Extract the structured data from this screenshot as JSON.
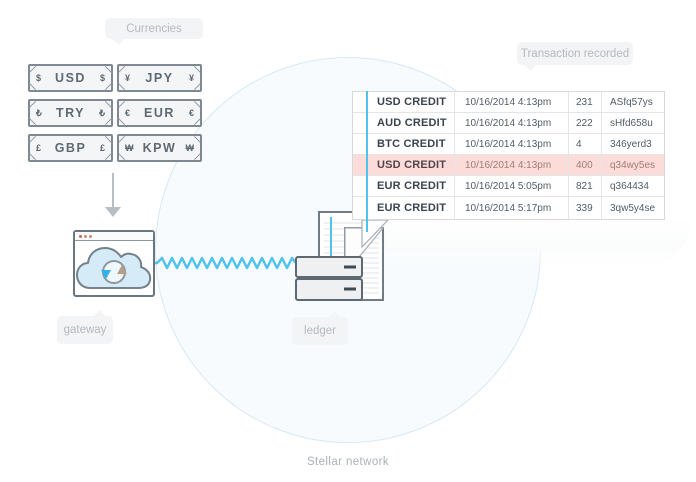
{
  "diagram": {
    "network_label": "Stellar network",
    "tooltips": {
      "currencies": "Currencies",
      "transaction": "Transaction recorded",
      "gateway": "gateway",
      "ledger": "ledger"
    },
    "currencies": [
      {
        "code": "USD",
        "symbol": "$"
      },
      {
        "code": "JPY",
        "symbol": "¥"
      },
      {
        "code": "TRY",
        "symbol": "₺"
      },
      {
        "code": "EUR",
        "symbol": "€"
      },
      {
        "code": "GBP",
        "symbol": "£"
      },
      {
        "code": "KPW",
        "symbol": "₩"
      }
    ],
    "table": {
      "rows": [
        {
          "currency": "USD CREDIT",
          "datetime": "10/16/2014 4:13pm",
          "amount": "231",
          "hash": "ASfq57ys",
          "highlight": false
        },
        {
          "currency": "AUD CREDIT",
          "datetime": "10/16/2014 4:13pm",
          "amount": "222",
          "hash": "sHfd658u",
          "highlight": false
        },
        {
          "currency": "BTC CREDIT",
          "datetime": "10/16/2014 4:13pm",
          "amount": "4",
          "hash": "346yerd3",
          "highlight": false
        },
        {
          "currency": "USD CREDIT",
          "datetime": "10/16/2014 4:13pm",
          "amount": "400",
          "hash": "q34wy5es",
          "highlight": true
        },
        {
          "currency": "EUR CREDIT",
          "datetime": "10/16/2014 5:05pm",
          "amount": "821",
          "hash": "q364434",
          "highlight": false
        },
        {
          "currency": "EUR CREDIT",
          "datetime": "10/16/2014 5:17pm",
          "amount": "339",
          "hash": "3qw5y4se",
          "highlight": false
        }
      ]
    },
    "colors": {
      "accent_blue": "#4fc3ee",
      "highlight_pink": "#fbdcd9",
      "circle_stroke": "#d6e9f4"
    }
  }
}
